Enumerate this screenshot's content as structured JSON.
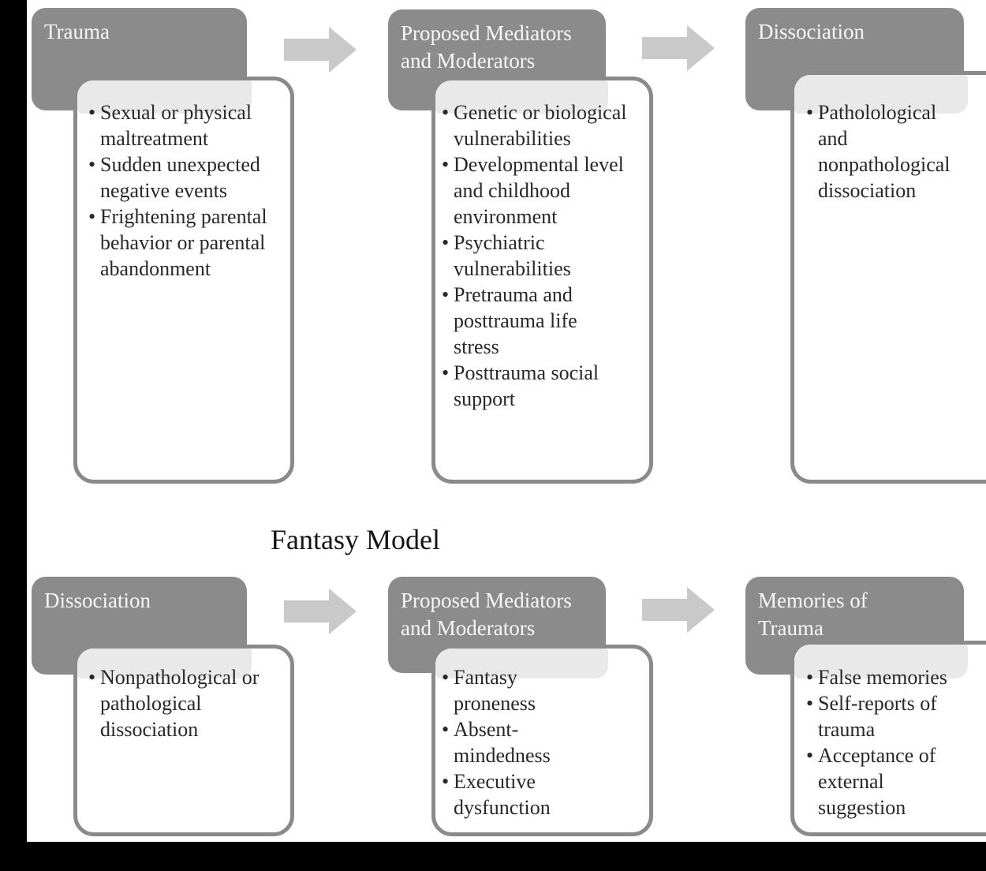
{
  "diagram": {
    "section_title": "Fantasy Model",
    "rows": [
      {
        "name": "trauma-model",
        "boxes": [
          {
            "header": "Trauma",
            "bullets": [
              "Sexual or physical maltreatment",
              "Sudden unexpected negative events",
              "Frightening parental behavior or parental abandonment"
            ]
          },
          {
            "header": "Proposed Mediators and Moderators",
            "bullets": [
              "Genetic or biological vulnerabilities",
              "Developmental level and childhood environment",
              "Psychiatric vulnerabilities",
              "Pretrauma and posttrauma life stress",
              "Posttrauma social support"
            ]
          },
          {
            "header": "Dissociation",
            "bullets": [
              "Patholological and nonpathological dissociation"
            ]
          }
        ]
      },
      {
        "name": "fantasy-model",
        "boxes": [
          {
            "header": "Dissociation",
            "bullets": [
              "Nonpathological or pathological dissociation"
            ]
          },
          {
            "header": "Proposed Mediators and Moderators",
            "bullets": [
              "Fantasy proneness",
              "Absent-mindedness",
              "Executive dysfunction"
            ]
          },
          {
            "header": "Memories of Trauma",
            "bullets": [
              "False memories",
              "Self-reports of trauma",
              "Acceptance of external suggestion"
            ]
          }
        ]
      }
    ]
  },
  "icons": {
    "arrow": "right-arrow"
  },
  "colors": {
    "header_fill": "#8b8b8b",
    "header_text": "#f7f7f7",
    "box_border": "#8a8a8a",
    "box_fill": "#ffffff",
    "cap_fill": "#e9e9e9",
    "arrow_fill": "#c9c9c9",
    "body_text": "#282828",
    "frame_black": "#000000"
  }
}
